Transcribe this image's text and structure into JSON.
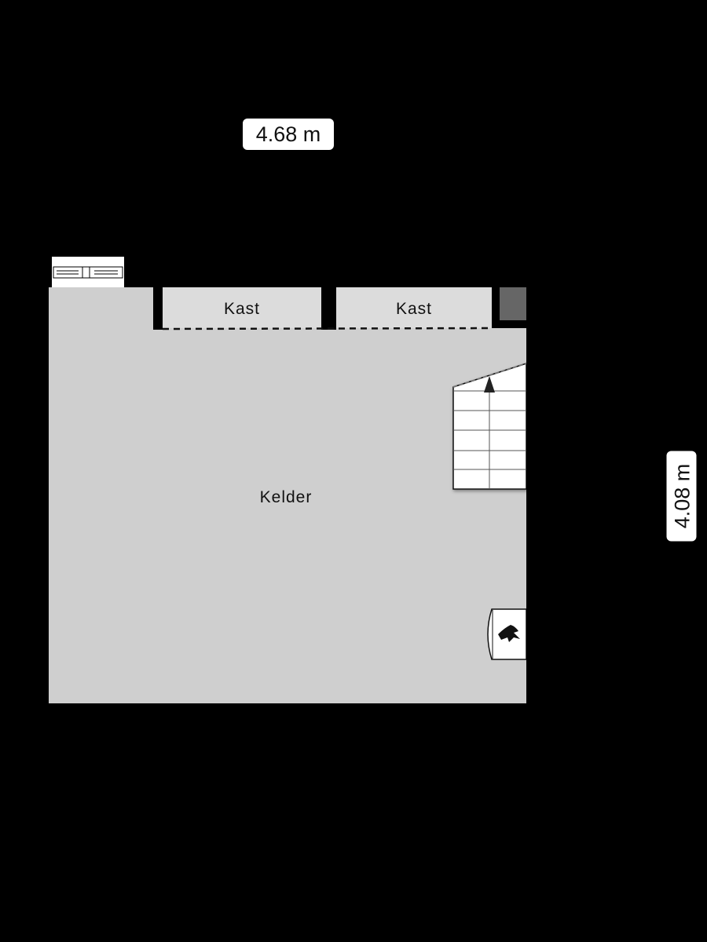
{
  "dimensions": {
    "width_label": "4.68 m",
    "height_label": "4.08 m"
  },
  "rooms": {
    "main": "Kelder",
    "closet_1": "Kast",
    "closet_2": "Kast"
  },
  "icons": {
    "stairs": "stairs-icon",
    "boiler": "boiler-flame-icon",
    "window": "window-icon"
  },
  "colors": {
    "background": "#000000",
    "floor": "#cfcfcf",
    "closet": "#dcdcdc",
    "wall": "#000000"
  }
}
